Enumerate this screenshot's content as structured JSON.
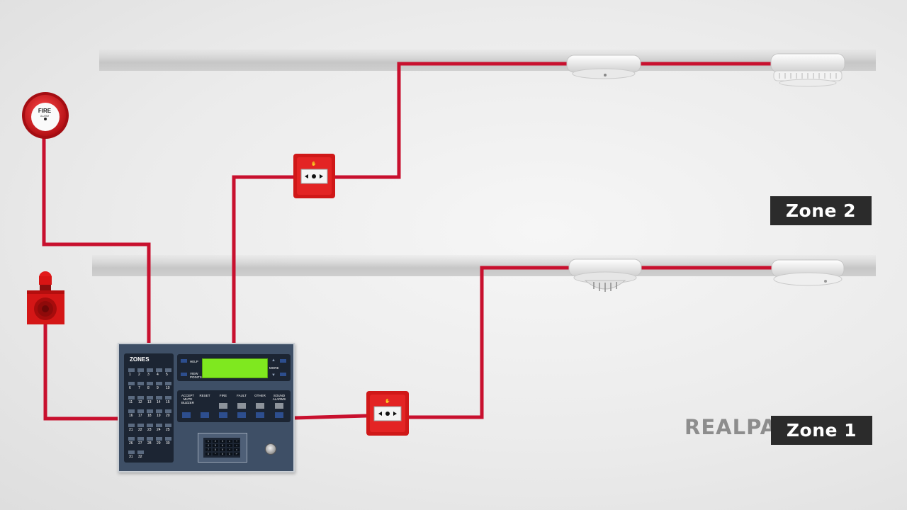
{
  "zone_labels": {
    "zone2": "Zone 2",
    "zone1": "Zone 1"
  },
  "watermark": "REALPARS",
  "fire_bell": {
    "line1": "FIRE",
    "line2": "ALARM"
  },
  "control_panel": {
    "zones_title": "ZONES",
    "zone_numbers": [
      "1",
      "2",
      "3",
      "4",
      "5",
      "6",
      "7",
      "8",
      "9",
      "10",
      "11",
      "12",
      "13",
      "14",
      "15",
      "16",
      "17",
      "18",
      "19",
      "20",
      "21",
      "22",
      "23",
      "24",
      "25",
      "26",
      "27",
      "28",
      "29",
      "30",
      "31",
      "32"
    ],
    "help_label": "HELP",
    "view_points_label": "VIEW\nPOINTS",
    "more_label": "MORE",
    "controls": {
      "accept": "ACCEPT\nMUTE\nBUZZER",
      "reset": "RESET",
      "fire": "FIRE",
      "fault": "FAULT",
      "other": "OTHER",
      "sound_alarms": "SOUND\nALARMS"
    },
    "keypad_keys": [
      "1",
      "2",
      "3",
      "x",
      "+",
      "4",
      "5",
      "6",
      "<",
      ">",
      "7",
      "8",
      "9",
      "^",
      "v",
      "0",
      "*",
      "#",
      "C",
      "↵"
    ]
  },
  "colors": {
    "wire": "#c8102e",
    "panel_body": "#3e4f66",
    "lcd": "#7fe81f",
    "zone_label_bg": "#2b2b2b",
    "call_point": "#d01818"
  },
  "icons": {
    "fire_bell": "fire-alarm-bell-icon",
    "beacon_sounder": "beacon-sounder-icon",
    "call_point": "manual-call-point-icon",
    "smoke_detector": "smoke-detector-icon",
    "heat_detector": "heat-detector-icon"
  }
}
